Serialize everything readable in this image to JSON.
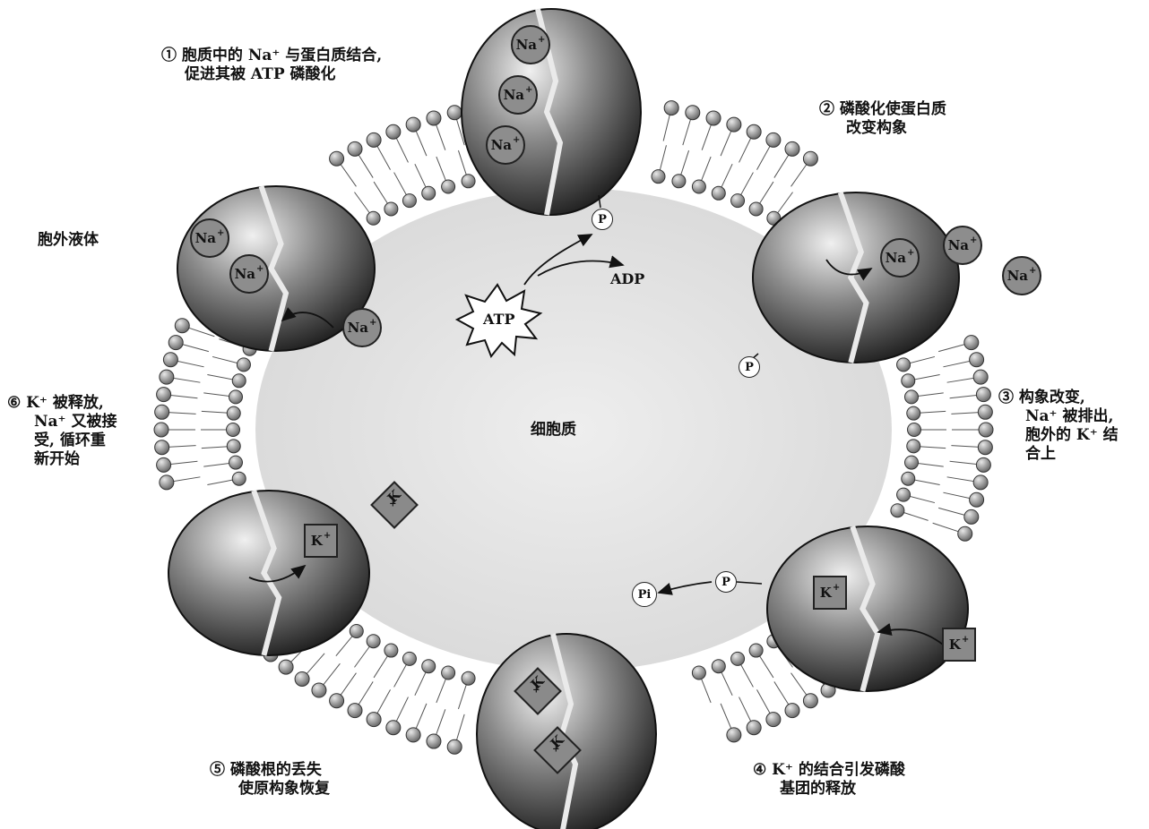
{
  "labels": {
    "step1": [
      "① 胞质中的 Na⁺ 与蛋白质结合,",
      "促进其被 ATP 磷酸化"
    ],
    "step2": [
      "② 磷酸化使蛋白质",
      "改变构象"
    ],
    "step3": [
      "③ 构象改变,",
      "Na⁺ 被排出,",
      "胞外的 K⁺ 结",
      "合上"
    ],
    "step4": [
      "④ K⁺ 的结合引发磷酸",
      "基团的释放"
    ],
    "step5": [
      "⑤ 磷酸根的丢失",
      "使原构象恢复"
    ],
    "step6": [
      "⑥ K⁺ 被释放,",
      "Na⁺ 又被接",
      "受, 循环重",
      "新开始"
    ],
    "extracellular": "胞外液体",
    "cytoplasm": "细胞质",
    "atp": "ATP",
    "adp": "ADP"
  },
  "ions": {
    "na": "Na",
    "k": "K",
    "plus": "+",
    "p": "P",
    "pi": "Pi"
  },
  "colors": {
    "membrane_bead": "#9a9a9a",
    "protein_dark": "#2a2a2a",
    "protein_light": "#d6d6d6",
    "ion_fill": "#8d8d8d"
  }
}
